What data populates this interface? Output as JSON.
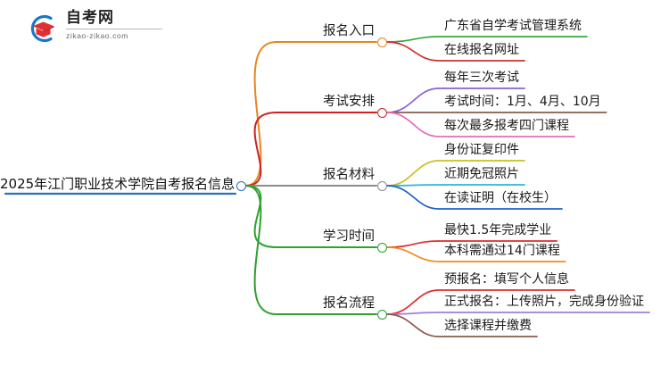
{
  "logo": {
    "name_cn": "自考网",
    "url": "zikao-zikao.com",
    "mark_icon": "graduation-cap-icon",
    "arc_color": "#1a76c8",
    "cap_color": "#e03131"
  },
  "mindmap": {
    "root": {
      "label": "2025年江门职业技术学院自考报名信息",
      "color": "#2c6fbb"
    },
    "branches": [
      {
        "label": "报名入口",
        "color": "#e8851e",
        "children": [
          {
            "label": "广东省自学考试管理系统",
            "color": "#3aa93a"
          },
          {
            "label": "在线报名网址",
            "color": "#d32f2f"
          }
        ]
      },
      {
        "label": "考试安排",
        "color": "#cc2222",
        "children": [
          {
            "label": "每年三次考试",
            "color": "#8e5fd0"
          },
          {
            "label": "考试时间：1月、4月、10月",
            "color": "#8a5a4a"
          },
          {
            "label": "每次最多报考四门课程",
            "color": "#e36bbd"
          }
        ]
      },
      {
        "label": "报名材料",
        "color": "#8c8c8c",
        "children": [
          {
            "label": "身份证复印件",
            "color": "#c9c11f"
          },
          {
            "label": "近期免冠照片",
            "color": "#2bb8d6"
          },
          {
            "label": "在读证明（在校生）",
            "color": "#2060c0"
          }
        ]
      },
      {
        "label": "学习时间",
        "color": "#2ea02e",
        "children": [
          {
            "label": "最快1.5年完成学业",
            "color": "#e02b2b"
          },
          {
            "label": "本科需通过14门课程",
            "color": "#f08c1e"
          }
        ]
      },
      {
        "label": "报名流程",
        "color": "#2ea02e",
        "children": [
          {
            "label": "预报名：填写个人信息",
            "color": "#e02b2b"
          },
          {
            "label": "正式报名：上传照片，完成身份验证",
            "color": "#a07fd8"
          },
          {
            "label": "选择课程并缴费",
            "color": "#8a5a4a"
          }
        ]
      }
    ]
  }
}
